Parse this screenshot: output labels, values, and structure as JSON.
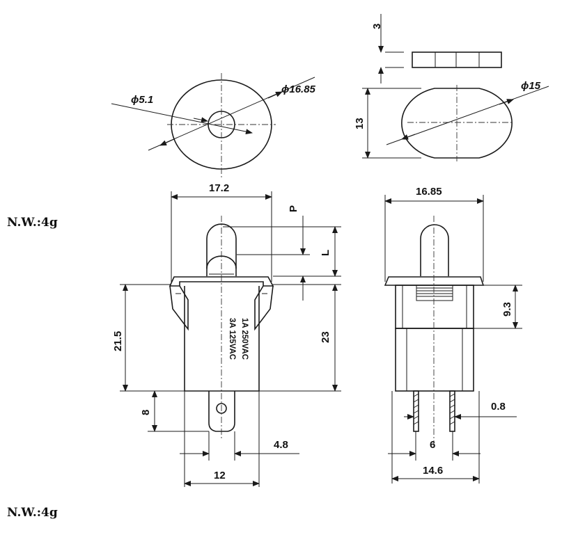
{
  "weights": {
    "top": "N.W.:4g",
    "bottom": "N.W.:4g"
  },
  "top_left_view": {
    "inner_diameter": "ϕ5.1",
    "outer_diameter": "ϕ16.85"
  },
  "top_right_view": {
    "cap_height": "3",
    "body_height": "13",
    "diameter": "ϕ15"
  },
  "front_view": {
    "width_top": "17.2",
    "p_label": "P",
    "l_label": "L",
    "height_left": "21.5",
    "height_right": "23",
    "terminal_length": "8",
    "terminal_width": "4.8",
    "width_bottom": "12",
    "rating_1": "3A 125VAC",
    "rating_2": "1A 250VAC"
  },
  "side_view": {
    "width_top": "16.85",
    "height": "9.3",
    "pin_thickness": "0.8",
    "pin_spacing": "6",
    "width_bottom": "14.6"
  }
}
